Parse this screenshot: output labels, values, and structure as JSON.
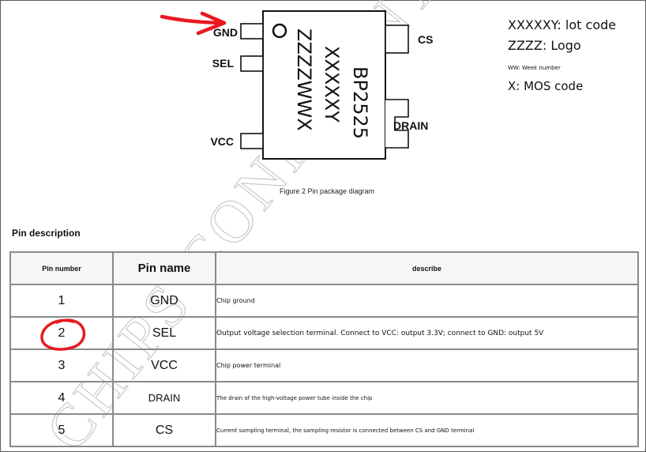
{
  "diagram": {
    "chip_marking": [
      "BP2525",
      "XXXXXY",
      "ZZZZWWX"
    ],
    "pins_left": [
      "GND",
      "SEL",
      "VCC"
    ],
    "pins_right": [
      "CS",
      "DRAIN"
    ],
    "legend": {
      "lot": "XXXXXY: lot code",
      "logo": "ZZZZ: Logo",
      "week": "WW: Week number",
      "mos": "X: MOS code"
    },
    "caption": "Figure 2 Pin package diagram"
  },
  "section_title": "Pin description",
  "table": {
    "headers": [
      "Pin number",
      "Pin name",
      "describe"
    ],
    "rows": [
      {
        "number": "1",
        "name": "GND",
        "desc": "Chip ground"
      },
      {
        "number": "2",
        "name": "SEL",
        "desc": "Output voltage selection terminal. Connect to VCC: output 3.3V; connect to GND: output 5V"
      },
      {
        "number": "3",
        "name": "VCC",
        "desc": "Chip power terminal"
      },
      {
        "number": "4",
        "name": "DRAIN",
        "desc": "The drain of the high-voltage power tube inside the chip"
      },
      {
        "number": "5",
        "name": "CS",
        "desc": "Current sampling terminal, the sampling resistor is connected between CS and GND terminal"
      }
    ]
  },
  "watermark_text": "CHIPS CONFIDENTIAL",
  "annotation_color": "#e8191f"
}
